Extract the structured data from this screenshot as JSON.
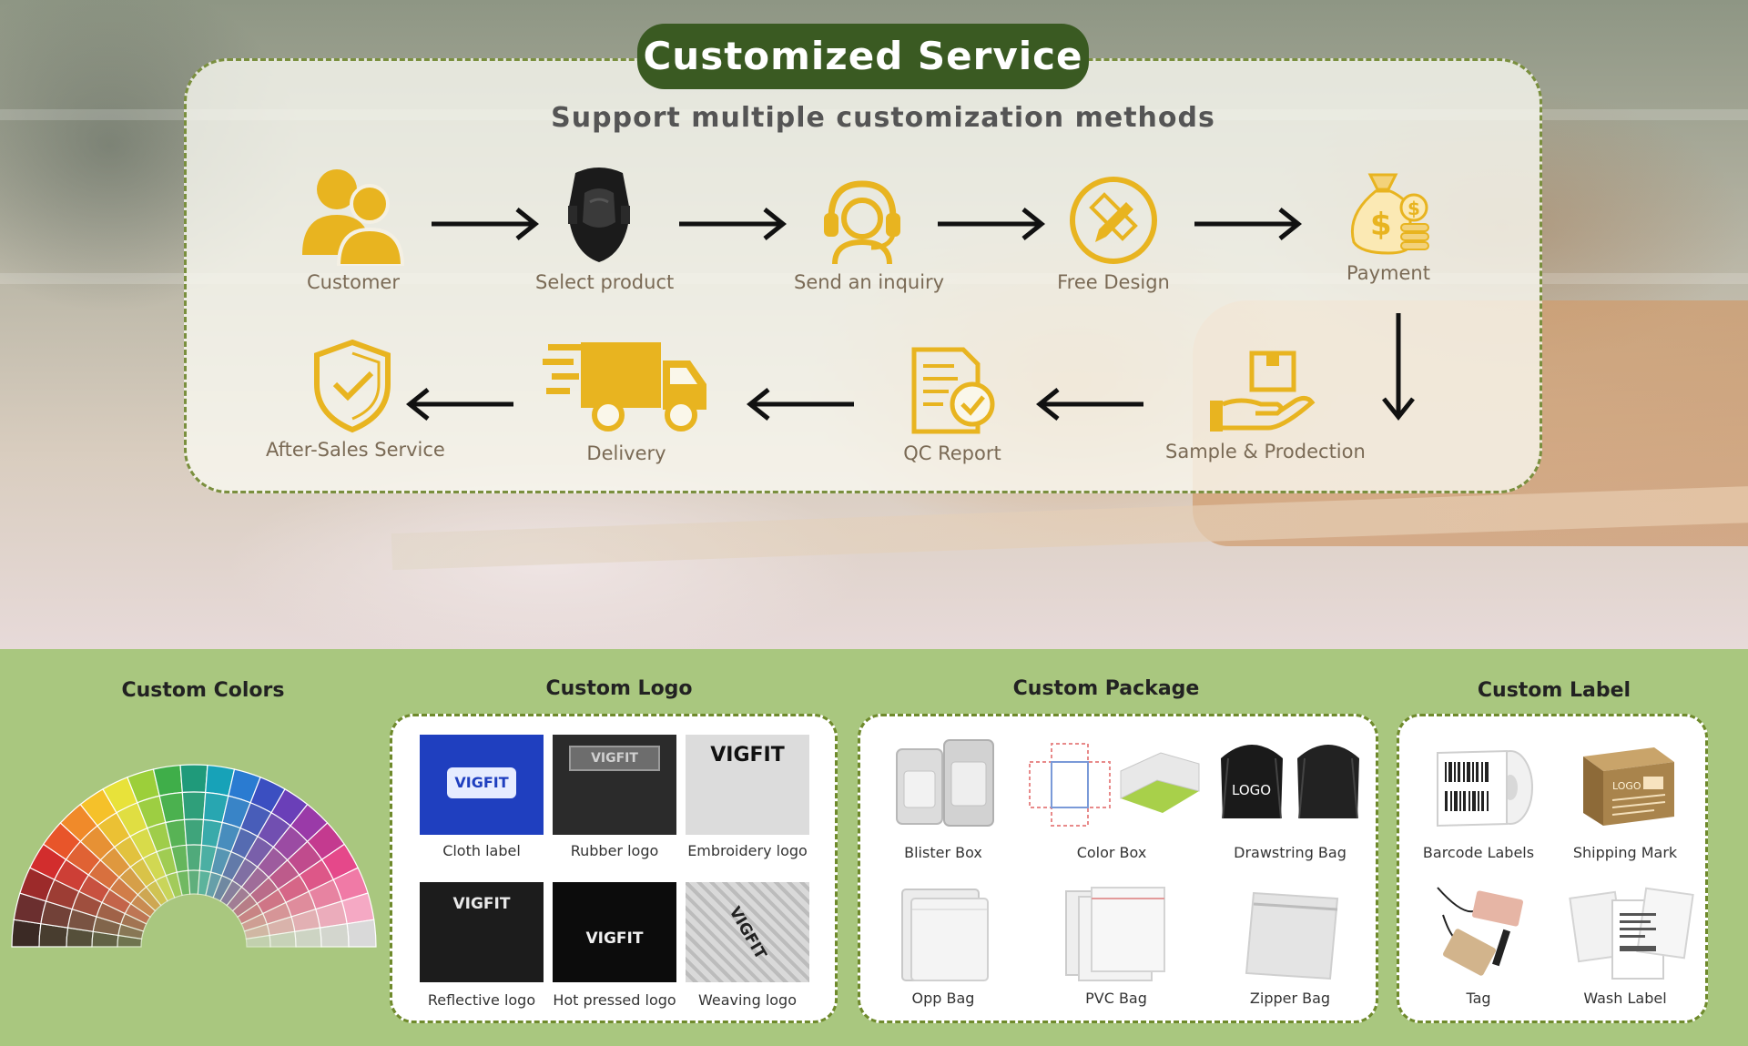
{
  "header": {
    "title": "Customized Service",
    "subtitle": "Support multiple customization methods"
  },
  "colors": {
    "accent_gold": "#e8b420",
    "title_green": "#3a5a22",
    "section_green": "#a9c77f",
    "dashed_border": "#6f8a2c"
  },
  "process": {
    "steps": [
      {
        "label": "Customer",
        "icon": "customers-icon"
      },
      {
        "label": "Select product",
        "icon": "knee-pad-icon"
      },
      {
        "label": "Send an inquiry",
        "icon": "headset-agent-icon"
      },
      {
        "label": "Free Design",
        "icon": "design-pencil-icon"
      },
      {
        "label": "Payment",
        "icon": "money-bag-icon"
      },
      {
        "label": "Sample & Prodection",
        "icon": "hand-box-icon"
      },
      {
        "label": "QC Report",
        "icon": "report-check-icon"
      },
      {
        "label": "Delivery",
        "icon": "truck-icon"
      },
      {
        "label": "After-Sales Service",
        "icon": "shield-check-icon"
      }
    ]
  },
  "custom_colors": {
    "title": "Custom Colors"
  },
  "custom_logo": {
    "title": "Custom Logo",
    "brand": "VIGFIT",
    "items": [
      {
        "label": "Cloth label"
      },
      {
        "label": "Rubber logo"
      },
      {
        "label": "Embroidery logo"
      },
      {
        "label": "Reflective logo"
      },
      {
        "label": "Hot pressed logo"
      },
      {
        "label": "Weaving logo"
      }
    ]
  },
  "custom_package": {
    "title": "Custom Package",
    "bag_text": "LOGO",
    "items": [
      {
        "label": "Blister Box"
      },
      {
        "label": "Color Box"
      },
      {
        "label": "Drawstring Bag"
      },
      {
        "label": "Opp Bag"
      },
      {
        "label": "PVC Bag"
      },
      {
        "label": "Zipper Bag"
      }
    ]
  },
  "custom_label": {
    "title": "Custom Label",
    "carton_text": "LOGO",
    "items": [
      {
        "label": "Barcode Labels"
      },
      {
        "label": "Shipping Mark"
      },
      {
        "label": "Tag"
      },
      {
        "label": "Wash Label"
      }
    ]
  }
}
